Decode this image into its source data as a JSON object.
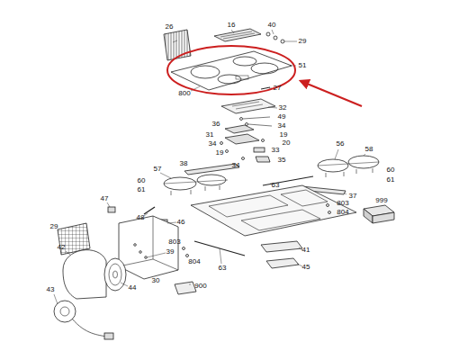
{
  "diagram": {
    "labels": [
      "16",
      "26",
      "40",
      "29",
      "51",
      "800",
      "27",
      "32",
      "49",
      "34",
      "36",
      "19",
      "31",
      "20",
      "34",
      "19",
      "33",
      "34",
      "35",
      "38",
      "56",
      "58",
      "57",
      "60",
      "61",
      "60",
      "61",
      "37",
      "63",
      "803",
      "804",
      "999",
      "47",
      "48",
      "46",
      "29",
      "39",
      "803",
      "804",
      "42",
      "44",
      "30",
      "63",
      "41",
      "45",
      "43",
      "900"
    ]
  }
}
